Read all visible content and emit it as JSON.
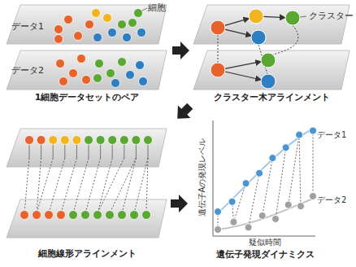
{
  "diagram": {
    "labels": [
      "データ1",
      "細胞",
      "データ2",
      "1細胞データセットのペア",
      "クラスター",
      "クラスター木アラインメント",
      "細胞線形アラインメント",
      "遺伝子Aの発現レベル",
      "疑似時間",
      "データ1",
      "データ2",
      "遺伝子発現ダイナミクス"
    ]
  }
}
